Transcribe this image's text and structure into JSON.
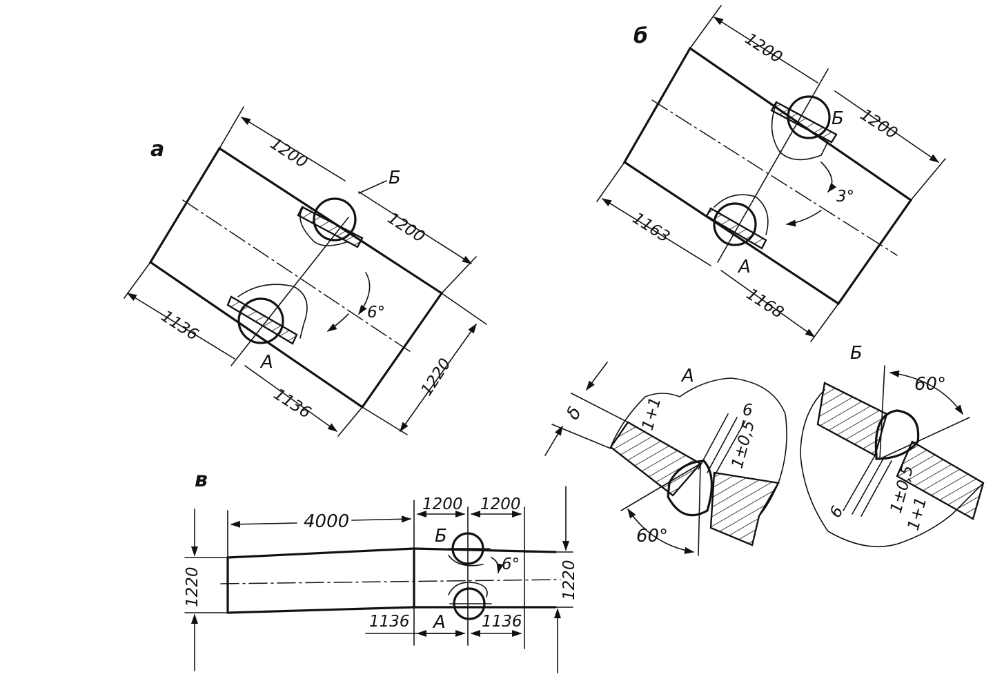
{
  "panel_a": {
    "label": "а",
    "dims": {
      "top_1": "1200",
      "top_2": "1200",
      "bot_1": "1136",
      "bot_2": "1136",
      "width": "1220"
    },
    "angle": "6°",
    "weld_a": "А",
    "weld_b": "Б"
  },
  "panel_b": {
    "label": "б",
    "dims": {
      "top_1": "1200",
      "top_2": "1200",
      "bot_1": "1163",
      "bot_2": "1168"
    },
    "angle": "3°",
    "weld_a": "А",
    "weld_b": "Б"
  },
  "panel_v": {
    "label": "в",
    "dims": {
      "length": "4000",
      "top_1": "1200",
      "top_2": "1200",
      "bot_1": "1136",
      "bot_2": "1136",
      "height_left": "1220",
      "height_right": "1220"
    },
    "angle": "6°",
    "weld_a": "А",
    "weld_b": "Б"
  },
  "detail_a": {
    "label": "А",
    "thickness": "δ",
    "gap_top": "6",
    "gap": "1±0,5",
    "root": "1+1",
    "angle": "60°"
  },
  "detail_b": {
    "label": "Б",
    "angle": "60°",
    "gap": "1±0,5",
    "gap_bottom": "6",
    "root": "1+1"
  }
}
